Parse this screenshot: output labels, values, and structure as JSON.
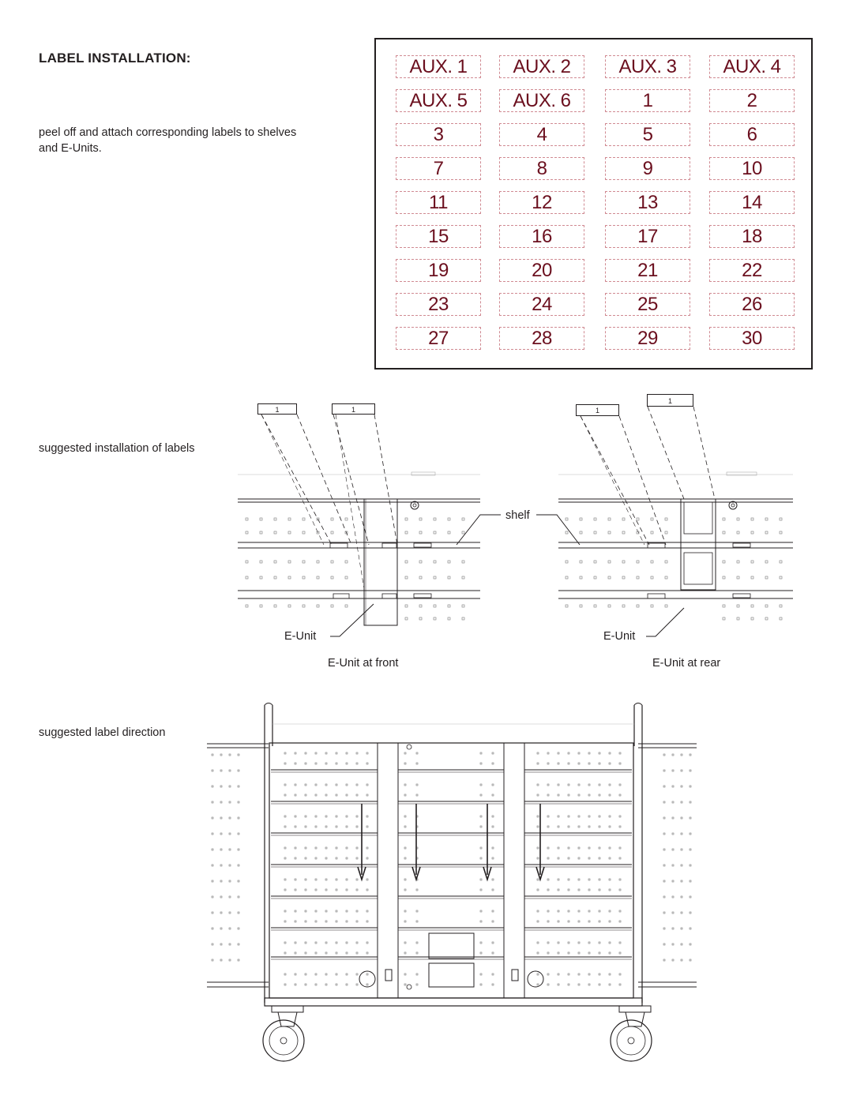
{
  "heading": "LABEL INSTALLATION:",
  "instruction": "peel off and attach corresponding labels to shelves and E-Units.",
  "label_sheet": {
    "labels": [
      "AUX. 1",
      "AUX. 2",
      "AUX. 3",
      "AUX. 4",
      "AUX. 5",
      "AUX. 6",
      "1",
      "2",
      "3",
      "4",
      "5",
      "6",
      "7",
      "8",
      "9",
      "10",
      "11",
      "12",
      "13",
      "14",
      "15",
      "16",
      "17",
      "18",
      "19",
      "20",
      "21",
      "22",
      "23",
      "24",
      "25",
      "26",
      "27",
      "28",
      "29",
      "30"
    ],
    "label_color": "#6b0f1e",
    "border_color": "#d08a92"
  },
  "installation": {
    "caption": "suggested installation of labels",
    "sample_label": "1",
    "shelf_label": "shelf",
    "eunit_label": "E-Unit",
    "front_caption": "E-Unit at front",
    "rear_caption": "E-Unit at rear"
  },
  "direction": {
    "caption": "suggested label direction"
  }
}
